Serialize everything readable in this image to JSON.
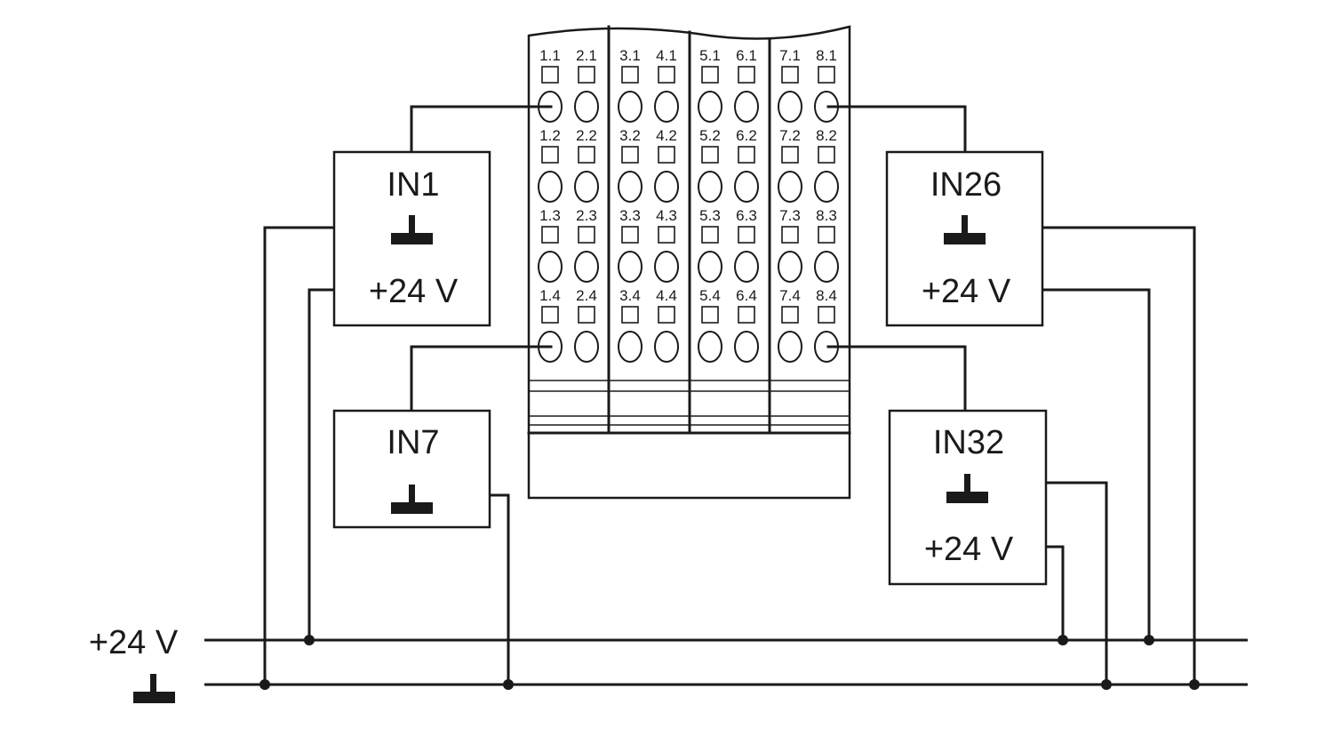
{
  "terminal_block": {
    "rows": [
      [
        "1.1",
        "2.1",
        "3.1",
        "4.1",
        "5.1",
        "6.1",
        "7.1",
        "8.1"
      ],
      [
        "1.2",
        "2.2",
        "3.2",
        "4.2",
        "5.2",
        "6.2",
        "7.2",
        "8.2"
      ],
      [
        "1.3",
        "2.3",
        "3.3",
        "4.3",
        "5.3",
        "6.3",
        "7.3",
        "8.3"
      ],
      [
        "1.4",
        "2.4",
        "3.4",
        "4.4",
        "5.4",
        "6.4",
        "7.4",
        "8.4"
      ]
    ]
  },
  "modules": {
    "in1": {
      "title": "IN1",
      "supply": "+24 V"
    },
    "in7": {
      "title": "IN7"
    },
    "in26": {
      "title": "IN26",
      "supply": "+24 V"
    },
    "in32": {
      "title": "IN32",
      "supply": "+24 V"
    }
  },
  "bus": {
    "supply_label": "+24 V"
  }
}
